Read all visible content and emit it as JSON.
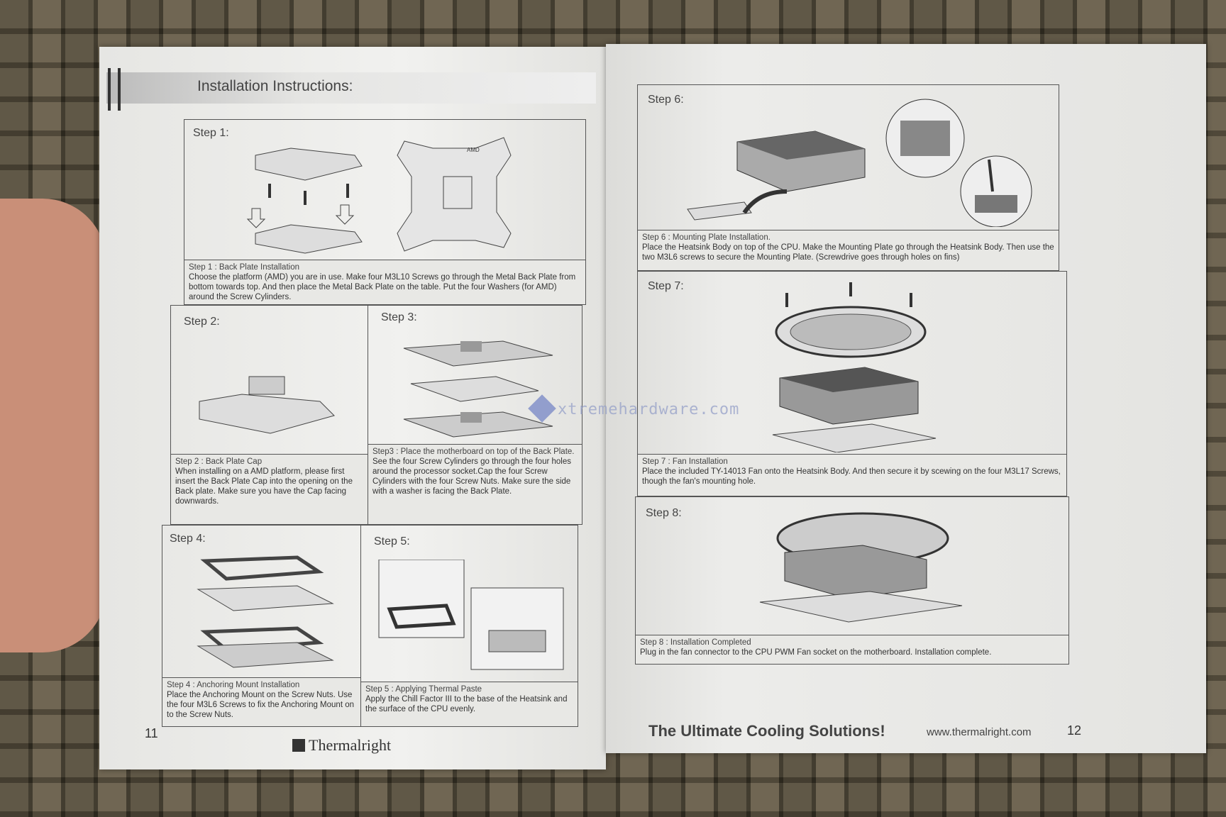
{
  "left_page": {
    "title": "Installation Instructions:",
    "page_number": "11",
    "logo_text": "Thermalright",
    "steps": [
      {
        "label": "Step 1:",
        "caption_title": "Step 1 : Back Plate Installation",
        "caption": "Choose the platform (AMD) you are in use.  Make four M3L10 Screws go through the Metal Back Plate from bottom towards top. And then place the Metal Back Plate on the table. Put the four Washers (for AMD) around the Screw Cylinders.",
        "diagram_tag": "AMD"
      },
      {
        "label": "Step 2:",
        "caption_title": "Step 2 : Back Plate Cap",
        "caption": "When installing on a AMD platform, please first insert the Back Plate Cap into the opening on the Back plate. Make sure you have the Cap facing downwards."
      },
      {
        "label": "Step 3:",
        "caption_title": "Step3 : Place the motherboard on top of the Back Plate.",
        "caption": "See the four Screw Cylinders go through the four holes around the processor socket.Cap the four Screw Cylinders with the four Screw Nuts. Make sure the side with a washer is facing the Back Plate."
      },
      {
        "label": "Step 4:",
        "caption_title": "Step 4 : Anchoring Mount Installation",
        "caption": "Place the Anchoring Mount on the Screw Nuts. Use the four M3L6 Screws to fix the Anchoring Mount on to the Screw Nuts."
      },
      {
        "label": "Step 5:",
        "caption_title": "Step 5 : Applying Thermal Paste",
        "caption": "Apply the Chill Factor III to the base of the Heatsink and the surface of the CPU evenly."
      }
    ]
  },
  "right_page": {
    "page_number": "12",
    "tagline": "The Ultimate Cooling Solutions!",
    "url": "www.thermalright.com",
    "steps": [
      {
        "label": "Step 6:",
        "caption_title": "Step 6 : Mounting Plate Installation.",
        "caption": "Place the Heatsink Body on top of the CPU.  Make the Mounting Plate go through the Heatsink Body. Then use the two M3L6 screws to secure the Mounting Plate. (Screwdrive goes through holes on fins)"
      },
      {
        "label": "Step 7:",
        "caption_title": "Step 7 : Fan Installation",
        "caption": "Place the included TY-14013 Fan onto the Heatsink Body.  And then secure it by scewing on the four M3L17 Screws, though the fan's mounting hole."
      },
      {
        "label": "Step 8:",
        "caption_title": "Step 8 : Installation Completed",
        "caption": "Plug in the fan connector to the CPU PWM Fan socket on the motherboard. Installation complete."
      }
    ]
  },
  "watermark": "xtremehardware.com"
}
